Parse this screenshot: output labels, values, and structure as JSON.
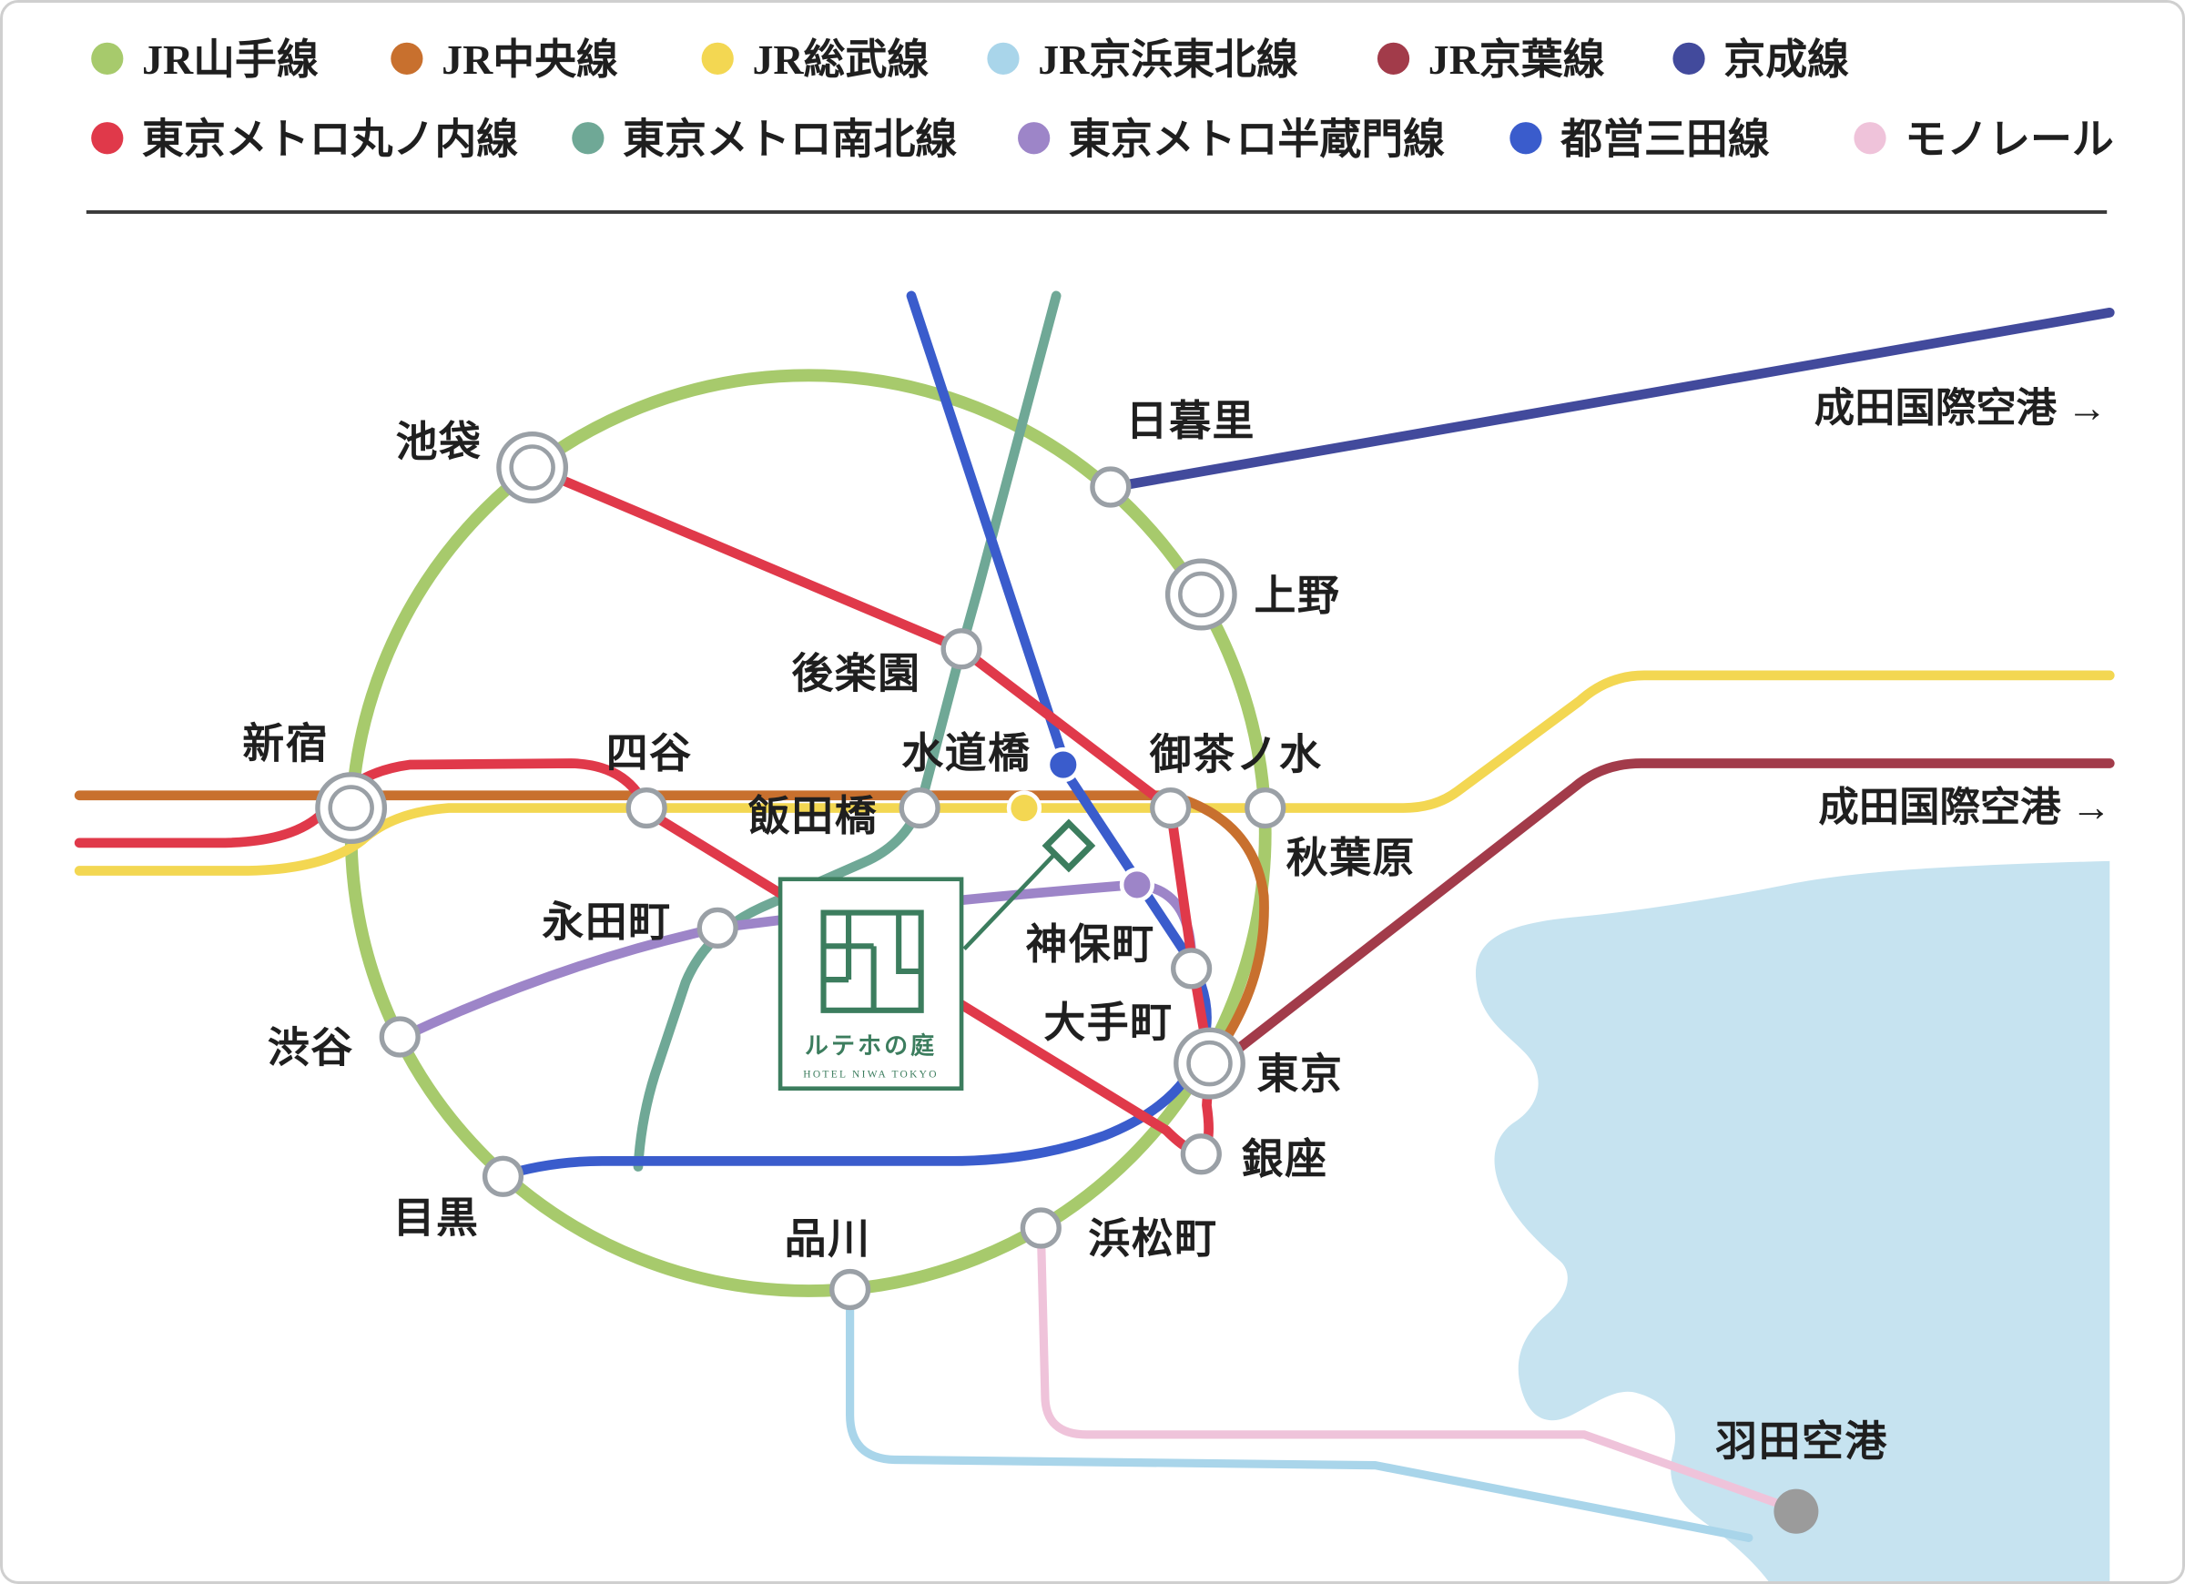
{
  "legend": {
    "row1": [
      {
        "label": "JR山手線",
        "color": "#a7ca6c"
      },
      {
        "label": "JR中央線",
        "color": "#c8702e"
      },
      {
        "label": "JR総武線",
        "color": "#f3d752"
      },
      {
        "label": "JR京浜東北線",
        "color": "#a9d5ea"
      },
      {
        "label": "JR京葉線",
        "color": "#a23b4a"
      },
      {
        "label": "京成線",
        "color": "#424a9c"
      }
    ],
    "row2": [
      {
        "label": "東京メトロ丸ノ内線",
        "color": "#e0394a"
      },
      {
        "label": "東京メトロ南北線",
        "color": "#6fa896"
      },
      {
        "label": "東京メトロ半蔵門線",
        "color": "#9d85c8"
      },
      {
        "label": "都営三田線",
        "color": "#3a5ccc"
      },
      {
        "label": "モノレール",
        "color": "#efc3da"
      }
    ]
  },
  "stations": {
    "ikebukuro": "池袋",
    "nippori": "日暮里",
    "ueno": "上野",
    "shinjuku": "新宿",
    "yotsuya": "四谷",
    "korakuen": "後楽園",
    "suidobashi": "水道橋",
    "iidabashi": "飯田橋",
    "ochanomizu": "御茶ノ水",
    "akihabara": "秋葉原",
    "jimbocho": "神保町",
    "otemachi": "大手町",
    "nagatacho": "永田町",
    "shibuya": "渋谷",
    "meguro": "目黒",
    "shinagawa": "品川",
    "hamamatsucho": "浜松町",
    "tokyo": "東京",
    "ginza": "銀座",
    "haneda": "羽田空港"
  },
  "annotations": {
    "narita_keisei": "成田国際空港 →",
    "narita_sobu": "成田国際空港 →"
  },
  "hotel": {
    "logo_text": "ルテホの庭",
    "logo_subtext": "HOTEL NIWA TOKYO",
    "color": "#3c7d5e"
  },
  "map_colors": {
    "water": "#c6e3f0",
    "station_ring": "#9aa0a6",
    "haneda_dot": "#9b9b9b",
    "text": "#1f1f1f",
    "divider": "#3a3a3a"
  }
}
